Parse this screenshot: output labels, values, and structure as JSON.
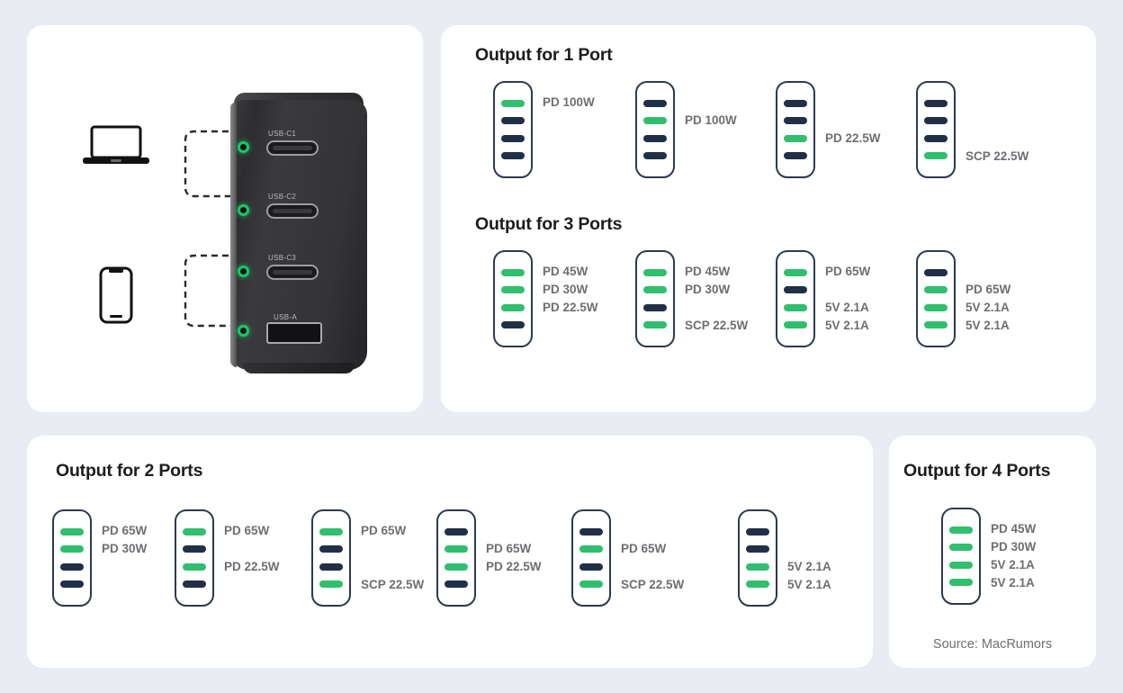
{
  "background_color": "#e9ecf3",
  "colors": {
    "bar_active": "#2fbf6e",
    "bar_inactive": "#1f3048",
    "tower_outline": "#2c3a4e",
    "label_text": "#6e6e73",
    "heading_text": "#1d1d1f",
    "usba_port": "#a23bff",
    "led_green": "#18c766"
  },
  "product": {
    "device_icons": [
      {
        "name": "laptop-icon"
      },
      {
        "name": "phone-icon"
      }
    ],
    "ports": [
      {
        "label": "USB-C1",
        "type": "usb-c"
      },
      {
        "label": "USB-C2",
        "type": "usb-c"
      },
      {
        "label": "USB-C3",
        "type": "usb-c"
      },
      {
        "label": "USB-A",
        "type": "usb-a"
      }
    ]
  },
  "sections": [
    {
      "id": "one-port",
      "title": "Output for 1 Port",
      "groups": [
        {
          "bars": [
            "on",
            "off",
            "off",
            "off"
          ],
          "labels": [
            "PD 100W",
            "",
            "",
            ""
          ]
        },
        {
          "bars": [
            "off",
            "on",
            "off",
            "off"
          ],
          "labels": [
            "",
            "PD 100W",
            "",
            ""
          ]
        },
        {
          "bars": [
            "off",
            "off",
            "on",
            "off"
          ],
          "labels": [
            "",
            "",
            "PD 22.5W",
            ""
          ]
        },
        {
          "bars": [
            "off",
            "off",
            "off",
            "on"
          ],
          "labels": [
            "",
            "",
            "",
            "SCP 22.5W"
          ]
        }
      ]
    },
    {
      "id": "three-ports",
      "title": "Output for 3 Ports",
      "groups": [
        {
          "bars": [
            "on",
            "on",
            "on",
            "off"
          ],
          "labels": [
            "PD 45W",
            "PD 30W",
            "PD 22.5W",
            ""
          ]
        },
        {
          "bars": [
            "on",
            "on",
            "off",
            "on"
          ],
          "labels": [
            "PD 45W",
            "PD 30W",
            "",
            "SCP 22.5W"
          ]
        },
        {
          "bars": [
            "on",
            "off",
            "on",
            "on"
          ],
          "labels": [
            "PD 65W",
            "",
            "5V 2.1A",
            "5V 2.1A"
          ]
        },
        {
          "bars": [
            "off",
            "on",
            "on",
            "on"
          ],
          "labels": [
            "",
            "PD 65W",
            "5V 2.1A",
            "5V 2.1A"
          ]
        }
      ]
    },
    {
      "id": "two-ports",
      "title": "Output for 2 Ports",
      "groups": [
        {
          "bars": [
            "on",
            "on",
            "off",
            "off"
          ],
          "labels": [
            "PD 65W",
            "PD 30W",
            "",
            ""
          ]
        },
        {
          "bars": [
            "on",
            "off",
            "on",
            "off"
          ],
          "labels": [
            "PD 65W",
            "",
            "PD 22.5W",
            ""
          ]
        },
        {
          "bars": [
            "on",
            "off",
            "off",
            "on"
          ],
          "labels": [
            "PD 65W",
            "",
            "",
            "SCP 22.5W"
          ]
        },
        {
          "bars": [
            "off",
            "on",
            "on",
            "off"
          ],
          "labels": [
            "",
            "PD 65W",
            "PD 22.5W",
            ""
          ]
        },
        {
          "bars": [
            "off",
            "on",
            "off",
            "on"
          ],
          "labels": [
            "",
            "PD 65W",
            "",
            "SCP 22.5W"
          ]
        },
        {
          "bars": [
            "off",
            "off",
            "on",
            "on"
          ],
          "labels": [
            "",
            "",
            "5V 2.1A",
            "5V 2.1A"
          ]
        }
      ]
    },
    {
      "id": "four-ports",
      "title": "Output for 4 Ports",
      "groups": [
        {
          "bars": [
            "on",
            "on",
            "on",
            "on"
          ],
          "labels": [
            "PD 45W",
            "PD 30W",
            "5V 2.1A",
            "5V 2.1A"
          ]
        }
      ]
    }
  ],
  "source_note": "Source: MacRumors"
}
